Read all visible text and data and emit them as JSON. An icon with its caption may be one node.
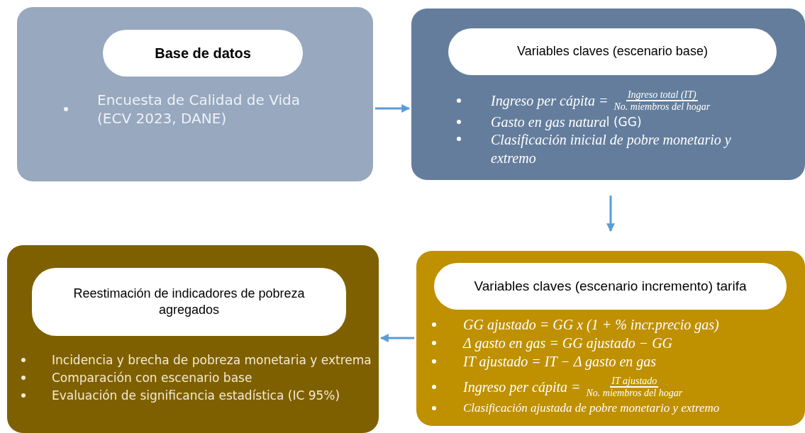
{
  "diagram": {
    "nodes": [
      {
        "text": [
          "Encuesta de Calidad de Vida (ECV 2023, DANE)"
        ]
      },
      {
        "text": [
          "Base de datos"
        ],
        "in": 0
      },
      {
        "text": [
          "Ingreso per cápita =",
          "Ingreso total (IT)",
          "No. miembros del hogar",
          "Gasto en gas natura",
          "l (GG)",
          "Clasificación inicial de pobre monetario y extremo"
        ]
      },
      {
        "text": [
          "Variables claves (escenario base)"
        ],
        "in": 2
      },
      {
        "text": [
          "GG ajustado = GG x (1 + % incr.precio gas)",
          "Δ gasto en gas = GG ajustado − GG",
          "IT ajustado = IT −  Δ gasto en gas",
          "Ingreso per cápita =",
          "IT ajustado",
          "No. miembros del hogar",
          "Clasificación ajustada de pobre monetario y extremo"
        ]
      },
      {
        "text": [
          "Variables claves (escenario incremento) tarifa"
        ],
        "in": 4
      },
      {
        "text": [
          "Incidencia y brecha de pobreza monetaria y extrema",
          "Comparación con escenario base",
          "Evaluación de significancia estadística (IC 95%)"
        ]
      },
      {
        "text": [
          "Reestimación de indicadores de pobreza agregados"
        ],
        "in": 6
      }
    ],
    "edges": [
      {
        "from": 0,
        "to": 2,
        "arrow": "to"
      },
      {
        "from": 2,
        "to": 4,
        "arrow": "to"
      },
      {
        "from": 4,
        "to": 6,
        "arrow": "to"
      }
    ]
  }
}
